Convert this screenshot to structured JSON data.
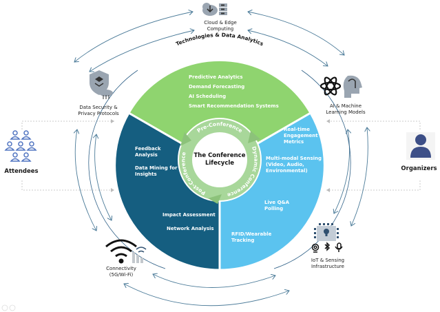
{
  "title": "The Conference Lifecycle",
  "outer_ring_label": "Technologies & Data Analytics",
  "stages": {
    "pre": {
      "label": "Pre-Conference",
      "color": "#8fd46f",
      "items": [
        "Predictive Analytics",
        "Demand Forecasting",
        "AI Scheduling",
        "Smart Recommendation Systems"
      ]
    },
    "dynamic": {
      "label": "Dynamic Conference",
      "color": "#5bc3ef",
      "items": [
        "Real-time Engagement Metrics",
        "Multi-modal Sensing (Video, Audio, Environmental)",
        "Live Q&A Polling",
        "RFID/Wearable Tracking"
      ]
    },
    "post": {
      "label": "Post-Conference",
      "color": "#155e80",
      "items": [
        "Feedback Analysis",
        "Data Mining for Insights",
        "Impact Assessment",
        "Network Analysis"
      ]
    }
  },
  "dynamic_lines": {
    "l1a": "Real-time",
    "l1b": "Engagement",
    "l1c": "Metrics",
    "l2a": "Multi-modal Sensing",
    "l2b": "(Video, Audio,",
    "l2c": "Environmental)",
    "l3a": "Live Q&A",
    "l3b": "Polling",
    "l4a": "RFID/Wearable",
    "l4b": "Tracking"
  },
  "post_lines": {
    "l1a": "Feedback",
    "l1b": "Analysis",
    "l2a": "Data Mining for",
    "l2b": "Insights"
  },
  "center": {
    "line1": "The Conference",
    "line2": "Lifecycle"
  },
  "technologies": [
    {
      "id": "cloud",
      "icon": "cloud-server-icon",
      "line1": "Cloud & Edge",
      "line2": "Computing"
    },
    {
      "id": "ai",
      "icon": "atom-brain-icon",
      "line1": "AI & Machine",
      "line2": "Learning Models"
    },
    {
      "id": "iot",
      "icon": "chip-sensor-icon",
      "line1": "IoT & Sensing",
      "line2": "Infrastructure"
    },
    {
      "id": "conn",
      "icon": "wifi-icon",
      "line1": "Connectivity",
      "line2": "(5G/Wi-Fi)"
    },
    {
      "id": "sec",
      "icon": "shield-cloud-icon",
      "line1": "Data Security &",
      "line2": "Privacy Protocols"
    }
  ],
  "actors": {
    "left": "Attendees",
    "right": "Organizers"
  },
  "colors": {
    "arrow": "#4a7a98",
    "dashed": "#bbbbbb",
    "ring_line": "#2d5f86",
    "inner_ring": "#9ccc8a"
  }
}
